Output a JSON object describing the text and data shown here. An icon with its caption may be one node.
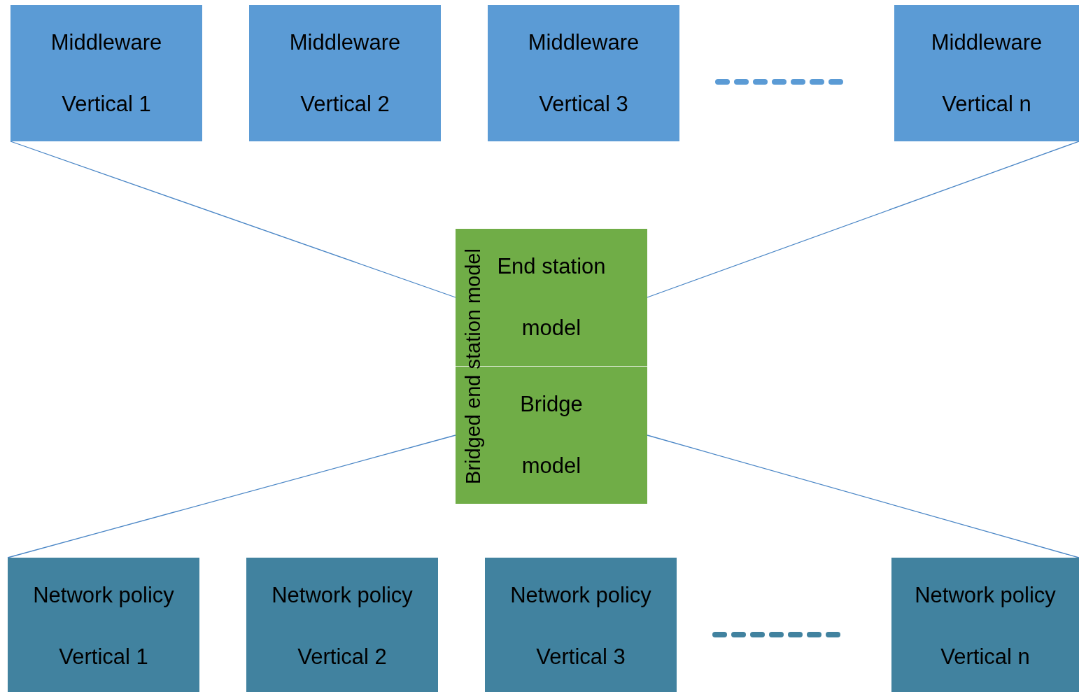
{
  "diagram": {
    "nodes": [
      {
        "text": [
          "Middleware",
          "Vertical 1"
        ]
      },
      {
        "text": [
          "Middleware",
          "Vertical 2"
        ]
      },
      {
        "text": [
          "Middleware",
          "Vertical 3"
        ]
      },
      {
        "text": [
          "Middleware",
          "Vertical n"
        ]
      },
      {
        "text": [
          "Bridged end station model"
        ]
      },
      {
        "text": [
          "End station",
          "model"
        ],
        "in": 4
      },
      {
        "text": [
          "Bridge",
          "model"
        ],
        "in": 4
      },
      {
        "text": [
          "Network policy",
          "Vertical 1"
        ]
      },
      {
        "text": [
          "Network policy",
          "Vertical 2"
        ]
      },
      {
        "text": [
          "Network policy",
          "Vertical 3"
        ]
      },
      {
        "text": [
          "Network policy",
          "Vertical n"
        ]
      }
    ],
    "edges": [
      {
        "from": 0,
        "to": 5,
        "arrow": "none"
      },
      {
        "from": 3,
        "to": 5,
        "arrow": "none"
      },
      {
        "from": 7,
        "to": 6,
        "arrow": "none"
      },
      {
        "from": 10,
        "to": 6,
        "arrow": "none"
      }
    ]
  }
}
